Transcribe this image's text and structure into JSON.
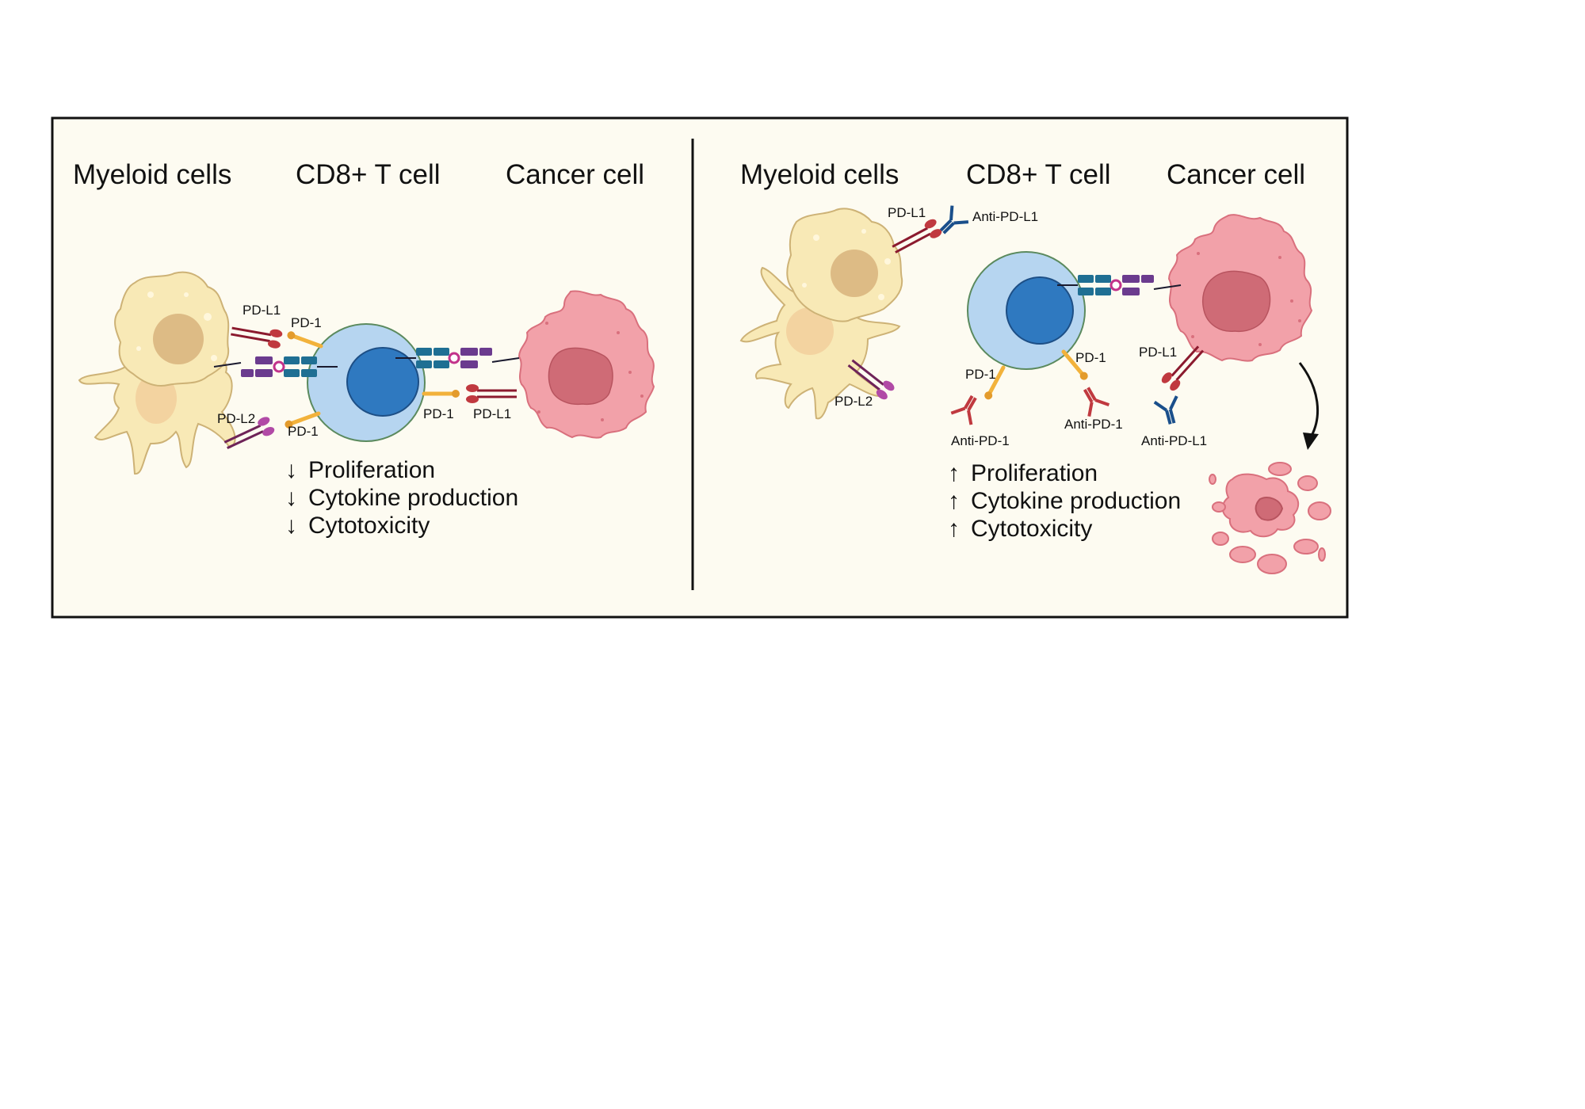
{
  "left_panel": {
    "headers": {
      "myeloid": "Myeloid cells",
      "tcell": "CD8+ T cell",
      "cancer": "Cancer cell"
    },
    "labels": {
      "pdl1_myeloid": "PD-L1",
      "pd1_top": "PD-1",
      "pdl2": "PD-L2",
      "pd1_bottom": "PD-1",
      "pd1_cancer": "PD-1",
      "pdl1_cancer": "PD-L1"
    },
    "effects": [
      {
        "arrow": "↓",
        "text": "Proliferation"
      },
      {
        "arrow": "↓",
        "text": "Cytokine production"
      },
      {
        "arrow": "↓",
        "text": "Cytotoxicity"
      }
    ]
  },
  "right_panel": {
    "headers": {
      "myeloid": "Myeloid cells",
      "tcell": "CD8+ T cell",
      "cancer": "Cancer cell"
    },
    "labels": {
      "pdl1_myeloid": "PD-L1",
      "anti_pdl1_top": "Anti-PD-L1",
      "pdl2": "PD-L2",
      "pd1_left": "PD-1",
      "anti_pd1_left": "Anti-PD-1",
      "pd1_right": "PD-1",
      "anti_pd1_right": "Anti-PD-1",
      "pdl1_cancer": "PD-L1",
      "anti_pdl1_bottom": "Anti-PD-L1"
    },
    "effects": [
      {
        "arrow": "↑",
        "text": "Proliferation"
      },
      {
        "arrow": "↑",
        "text": "Cytokine production"
      },
      {
        "arrow": "↑",
        "text": "Cytotoxicity"
      }
    ]
  },
  "colors": {
    "panel_bg": "#fdfbf1",
    "myeloid_cell": "#f8e9b6",
    "myeloid_nucleus": "#ddbb85",
    "tcell": "#b6d5f0",
    "tcell_nucleus": "#2f79c0",
    "cancer_cell": "#f2a1a9",
    "cancer_nucleus": "#cf6b76",
    "pd1": "#f2b23b",
    "pdl1": "#8b1a2e",
    "pdl2": "#9b3d91",
    "tcr": "#1f6f93",
    "mhc": "#6b3b8e",
    "antibody_pdl1": "#1a4f8b",
    "antibody_pd1": "#c0393f"
  }
}
